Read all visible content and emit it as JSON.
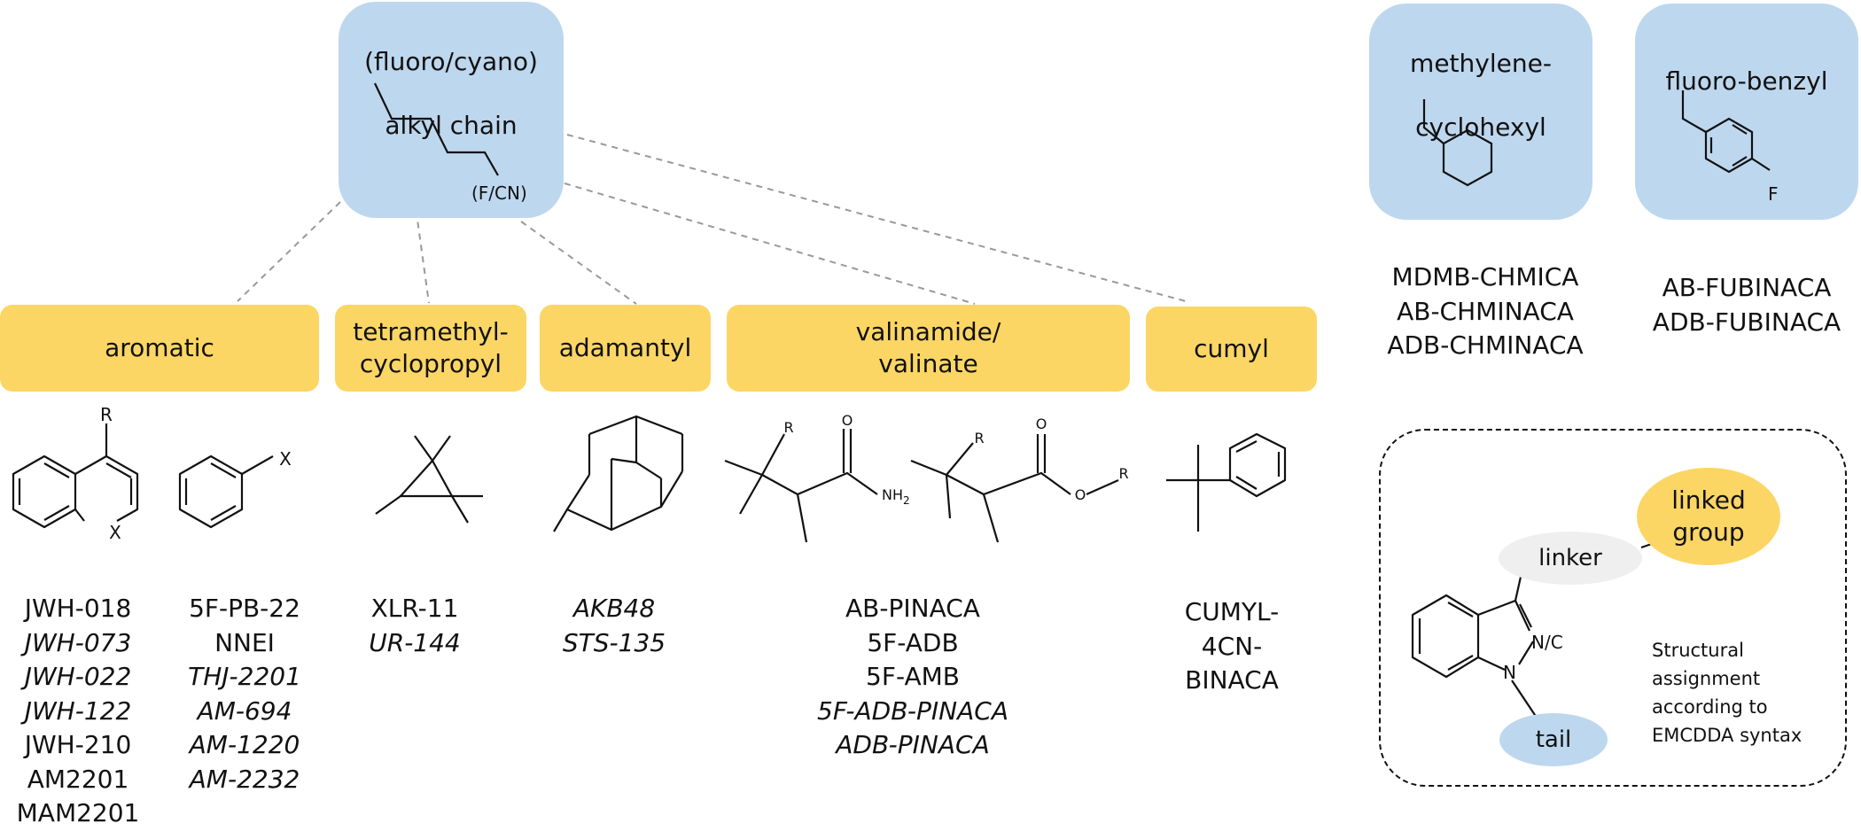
{
  "tail_group": {
    "label_line1": "(fluoro/cyano)",
    "label_line2": "alkyl chain",
    "atom_label": "(F/CN)"
  },
  "right_groups": [
    {
      "label_line1": "methylene-",
      "label_line2": "cyclohexyl",
      "examples": [
        "MDMB-CHMICA",
        "AB-CHMINACA",
        "ADB-CHMINACA"
      ]
    },
    {
      "label_line1": "fluoro-benzyl",
      "atom_label": "F",
      "examples": [
        "AB-FUBINACA",
        "ADB-FUBINACA"
      ]
    }
  ],
  "linked_groups": [
    {
      "label_line1": "aromatic",
      "label_line2": ""
    },
    {
      "label_line1": "tetramethyl-",
      "label_line2": "cyclopropyl"
    },
    {
      "label_line1": "adamantyl",
      "label_line2": ""
    },
    {
      "label_line1": "valinamide/",
      "label_line2": "valinate"
    },
    {
      "label_line1": "cumyl",
      "label_line2": ""
    }
  ],
  "structure_labels": {
    "quinoline_R": "R",
    "quinoline_X": "X",
    "benzene_X": "X",
    "amide_R": "R",
    "amide_NH": "NH",
    "amide_sub": "2",
    "ester_R": "R",
    "ester_O": "O",
    "ester_R2": "R"
  },
  "compound_lists": {
    "aromatic_a": [
      {
        "name": "JWH-018",
        "italic": false
      },
      {
        "name": "JWH-073",
        "italic": true
      },
      {
        "name": "JWH-022",
        "italic": true
      },
      {
        "name": "JWH-122",
        "italic": true
      },
      {
        "name": "JWH-210",
        "italic": false
      },
      {
        "name": "AM2201",
        "italic": false
      },
      {
        "name": "MAM2201",
        "italic": false
      }
    ],
    "aromatic_b": [
      {
        "name": "5F-PB-22",
        "italic": false
      },
      {
        "name": "NNEI",
        "italic": false
      },
      {
        "name": "THJ-2201",
        "italic": true
      },
      {
        "name": "AM-694",
        "italic": true
      },
      {
        "name": "AM-1220",
        "italic": true
      },
      {
        "name": "AM-2232",
        "italic": true
      }
    ],
    "cyclopropyl": [
      {
        "name": "XLR-11",
        "italic": false
      },
      {
        "name": "UR-144",
        "italic": true
      }
    ],
    "adamantyl": [
      {
        "name": "AKB48",
        "italic": true
      },
      {
        "name": "STS-135",
        "italic": true
      }
    ],
    "valine": [
      {
        "name": "AB-PINACA",
        "italic": false
      },
      {
        "name": "5F-ADB",
        "italic": false
      },
      {
        "name": "5F-AMB",
        "italic": false
      },
      {
        "name": "5F-ADB-PINACA",
        "italic": true
      },
      {
        "name": "ADB-PINACA",
        "italic": true
      }
    ],
    "cumyl": [
      {
        "name": "CUMYL-",
        "italic": false
      },
      {
        "name": "4CN-",
        "italic": false
      },
      {
        "name": "BINACA",
        "italic": false
      }
    ]
  },
  "legend": {
    "linked_group_line1": "linked",
    "linked_group_line2": "group",
    "linker": "linker",
    "tail": "tail",
    "ring_label": "N/C",
    "ring_N": "N",
    "note": "Structural\nassignment\naccording to\nEMCDDA syntax"
  }
}
